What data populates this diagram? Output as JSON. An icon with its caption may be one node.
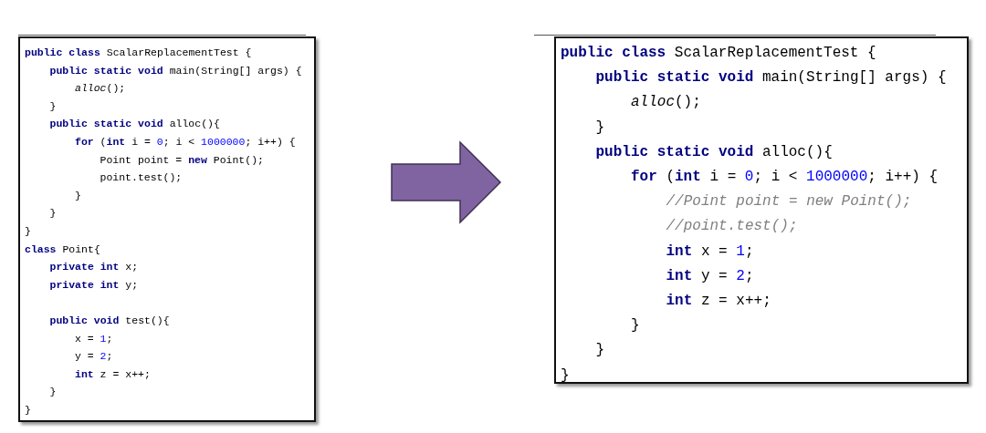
{
  "diagram": {
    "nodes": [
      {
        "text": [
          "**public class** ScalarReplacementTest {",
          "**public static void** main(String[] args) {",
          "*alloc*();",
          "}",
          "**public static void** alloc(){",
          "**for** (**int** i = 0; i < 1000000; i++) {",
          "Point point = **new** Point();",
          "point.test();",
          "}",
          "}",
          "}",
          "**class** Point{",
          "**private int** x;",
          "**private int** y;",
          "**public void** test(){",
          "x = 1;",
          "y = 2;",
          "**int** z = x++;",
          "}",
          "}"
        ]
      },
      {
        "text": [
          "**public class** ScalarReplacementTest {",
          "**public static void** main(String[] args) {",
          "*alloc*();",
          "}",
          "**public static void** alloc(){",
          "**for** (**int** i = 0; i < 1000000; i++) {",
          "//Point point = new Point();",
          "//point.test();",
          "**int** x = 1;",
          "**int** y = 2;",
          "**int** z = x++;",
          "}",
          "}",
          "}"
        ]
      }
    ],
    "edges": [
      {
        "from": 0,
        "to": 1,
        "arrow": "to"
      }
    ]
  }
}
